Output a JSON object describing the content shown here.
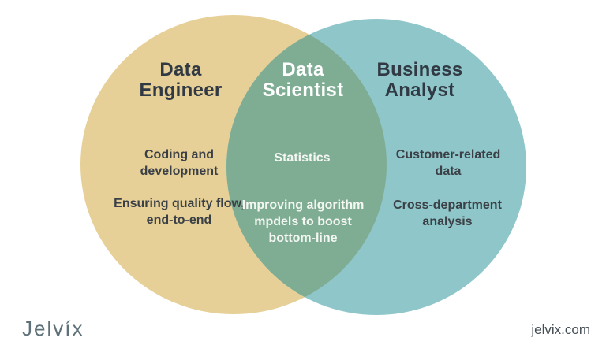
{
  "diagram": {
    "type": "venn",
    "colors": {
      "left_circle": "#e6d097",
      "right_circle": "#8fc6c9",
      "overlap": "#7fad94",
      "dark_text": "#313a44",
      "light_text": "#ffffff"
    },
    "left": {
      "title": "Data\nEngineer",
      "items": [
        "Coding and\ndevelopment",
        "Ensuring quality flow,\nend-to-end"
      ]
    },
    "center": {
      "title": "Data\nScientist",
      "items": [
        "Statistics",
        "Improving algorithm\nmpdels to boost\nbottom-line"
      ]
    },
    "right": {
      "title": "Business\nAnalyst",
      "items": [
        "Customer-related\ndata",
        "Cross-department\nanalysis"
      ]
    }
  },
  "footer": {
    "logo": "Jelvíx",
    "website": "jelvix.com"
  }
}
